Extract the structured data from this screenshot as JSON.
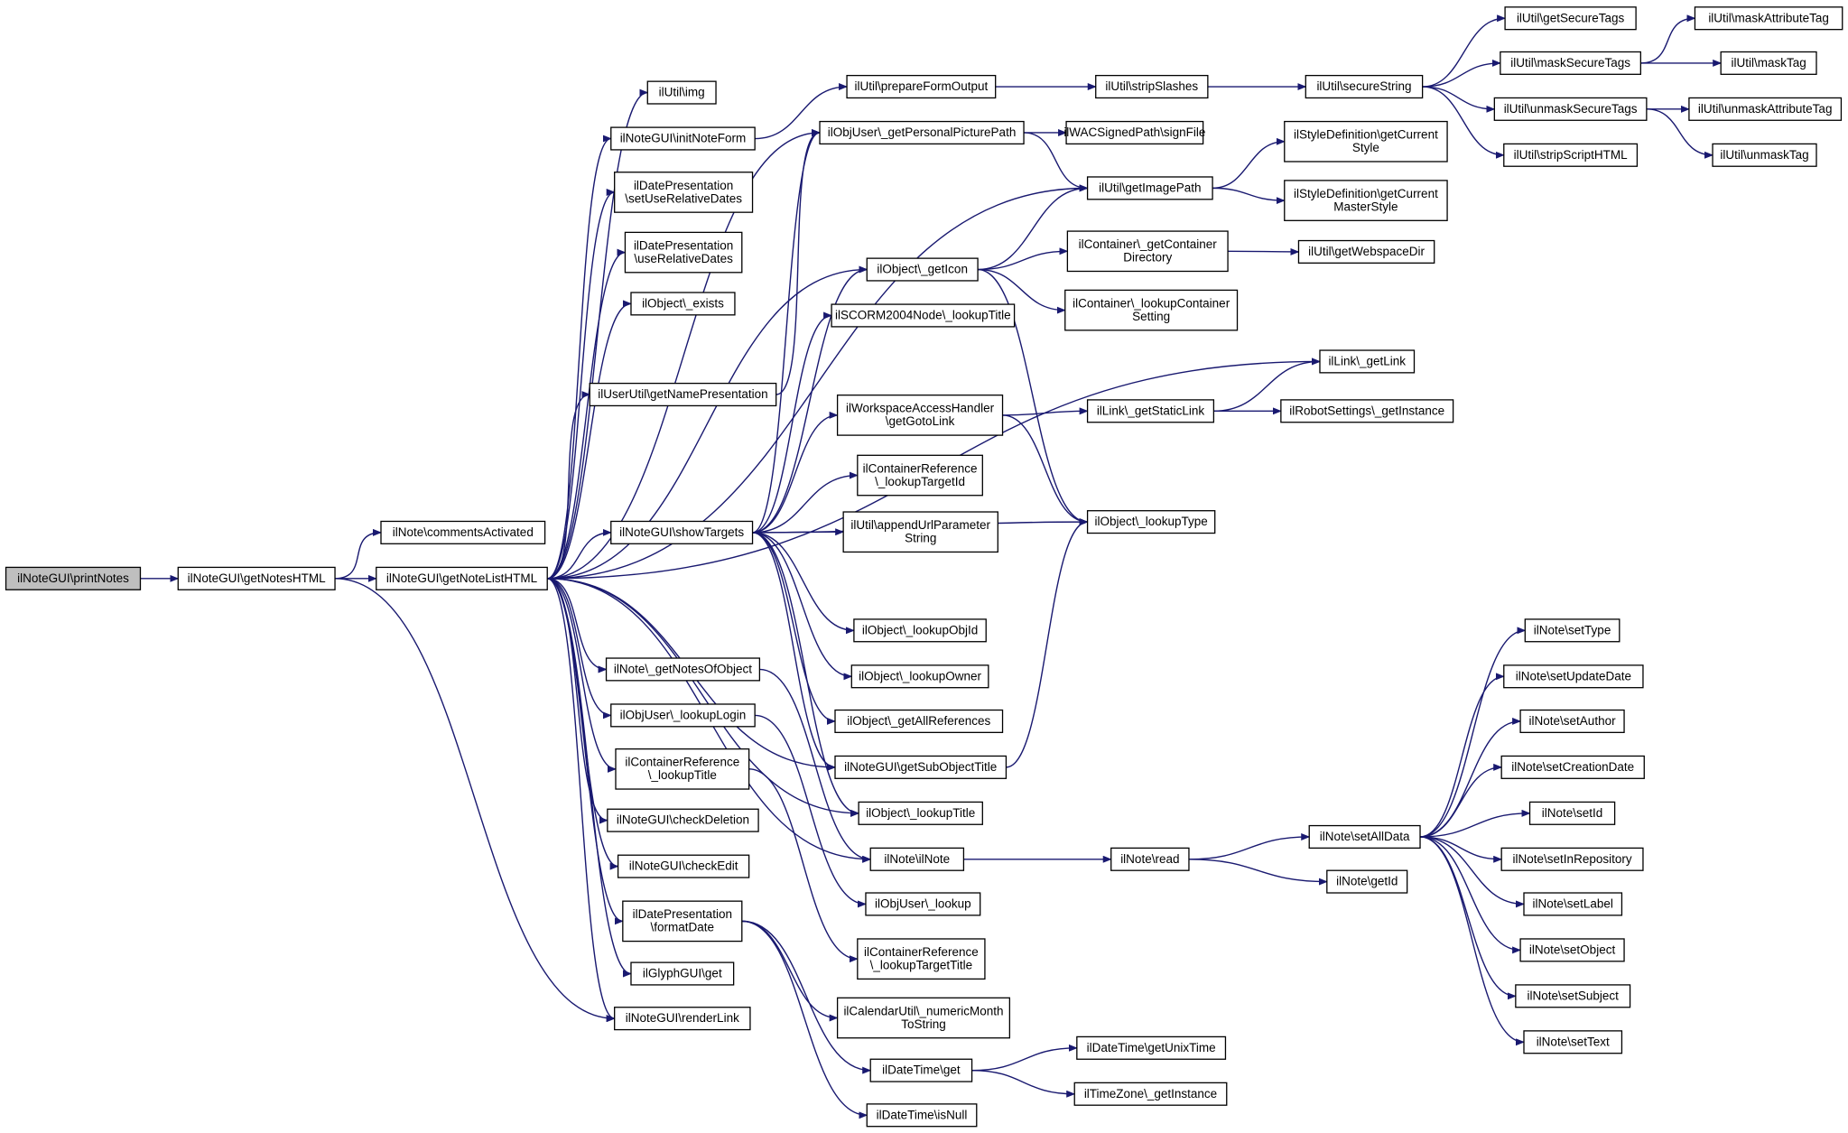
{
  "nodes": {
    "printNotes": [
      "ilNoteGUI\\printNotes"
    ],
    "getNotesHTML": [
      "ilNoteGUI\\getNotesHTML"
    ],
    "commentsActivated": [
      "ilNote\\commentsActivated"
    ],
    "getNoteListHTML": [
      "ilNoteGUI\\getNoteListHTML"
    ],
    "img": [
      "ilUtil\\img"
    ],
    "initNoteForm": [
      "ilNoteGUI\\initNoteForm"
    ],
    "setUseRelativeDates": [
      "ilDatePresentation",
      "\\setUseRelativeDates"
    ],
    "useRelativeDates": [
      "ilDatePresentation",
      "\\useRelativeDates"
    ],
    "exists": [
      "ilObject\\_exists"
    ],
    "getNamePresentation": [
      "ilUserUtil\\getNamePresentation"
    ],
    "showTargets": [
      "ilNoteGUI\\showTargets"
    ],
    "getNotesOfObject": [
      "ilNote\\_getNotesOfObject"
    ],
    "lookupLogin": [
      "ilObjUser\\_lookupLogin"
    ],
    "crLookupTitle": [
      "ilContainerReference",
      "\\_lookupTitle"
    ],
    "checkDeletion": [
      "ilNoteGUI\\checkDeletion"
    ],
    "checkEdit": [
      "ilNoteGUI\\checkEdit"
    ],
    "formatDate": [
      "ilDatePresentation",
      "\\formatDate"
    ],
    "glyphGet": [
      "ilGlyphGUI\\get"
    ],
    "renderLink": [
      "ilNoteGUI\\renderLink"
    ],
    "prepareFormOutput": [
      "ilUtil\\prepareFormOutput"
    ],
    "getPersonalPicturePath": [
      "ilObjUser\\_getPersonalPicturePath"
    ],
    "getIcon": [
      "ilObject\\_getIcon"
    ],
    "scormLookupTitle": [
      "ilSCORM2004Node\\_lookupTitle"
    ],
    "getGotoLink": [
      "ilWorkspaceAccessHandler",
      "\\getGotoLink"
    ],
    "crLookupTargetId": [
      "ilContainerReference",
      "\\_lookupTargetId"
    ],
    "appendUrlParameterString": [
      "ilUtil\\appendUrlParameter",
      "String"
    ],
    "lookupObjId": [
      "ilObject\\_lookupObjId"
    ],
    "lookupOwner": [
      "ilObject\\_lookupOwner"
    ],
    "getAllReferences": [
      "ilObject\\_getAllReferences"
    ],
    "getSubObjectTitle": [
      "ilNoteGUI\\getSubObjectTitle"
    ],
    "objLookupTitle": [
      "ilObject\\_lookupTitle"
    ],
    "ilNoteCtor": [
      "ilNote\\ilNote"
    ],
    "objUserLookup": [
      "ilObjUser\\_lookup"
    ],
    "crLookupTargetTitle": [
      "ilContainerReference",
      "\\_lookupTargetTitle"
    ],
    "numericMonthToString": [
      "ilCalendarUtil\\_numericMonth",
      "ToString"
    ],
    "dateTimeGet": [
      "ilDateTime\\get"
    ],
    "isNull": [
      "ilDateTime\\isNull"
    ],
    "stripSlashes": [
      "ilUtil\\stripSlashes"
    ],
    "signFile": [
      "ilWACSignedPath\\signFile"
    ],
    "getImagePath": [
      "ilUtil\\getImagePath"
    ],
    "getContainerDirectory": [
      "ilContainer\\_getContainer",
      "Directory"
    ],
    "lookupContainerSetting": [
      "ilContainer\\_lookupContainer",
      "Setting"
    ],
    "getStaticLink": [
      "ilLink\\_getStaticLink"
    ],
    "lookupType": [
      "ilObject\\_lookupType"
    ],
    "read": [
      "ilNote\\read"
    ],
    "getUnixTime": [
      "ilDateTime\\getUnixTime"
    ],
    "tzGetInstance": [
      "ilTimeZone\\_getInstance"
    ],
    "secureString": [
      "ilUtil\\secureString"
    ],
    "getCurrentStyle": [
      "ilStyleDefinition\\getCurrent",
      "Style"
    ],
    "getCurrentMasterStyle": [
      "ilStyleDefinition\\getCurrent",
      "MasterStyle"
    ],
    "getWebspaceDir": [
      "ilUtil\\getWebspaceDir"
    ],
    "getLink": [
      "ilLink\\_getLink"
    ],
    "robotGetInstance": [
      "ilRobotSettings\\_getInstance"
    ],
    "setAllData": [
      "ilNote\\setAllData"
    ],
    "getId": [
      "ilNote\\getId"
    ],
    "getSecureTags": [
      "ilUtil\\getSecureTags"
    ],
    "maskSecureTags": [
      "ilUtil\\maskSecureTags"
    ],
    "unmaskSecureTags": [
      "ilUtil\\unmaskSecureTags"
    ],
    "stripScriptHTML": [
      "ilUtil\\stripScriptHTML"
    ],
    "maskAttributeTag": [
      "ilUtil\\maskAttributeTag"
    ],
    "maskTag": [
      "ilUtil\\maskTag"
    ],
    "unmaskAttributeTag": [
      "ilUtil\\unmaskAttributeTag"
    ],
    "unmaskTag": [
      "ilUtil\\unmaskTag"
    ],
    "setType": [
      "ilNote\\setType"
    ],
    "setUpdateDate": [
      "ilNote\\setUpdateDate"
    ],
    "setAuthor": [
      "ilNote\\setAuthor"
    ],
    "setCreationDate": [
      "ilNote\\setCreationDate"
    ],
    "setId": [
      "ilNote\\setId"
    ],
    "setInRepository": [
      "ilNote\\setInRepository"
    ],
    "setLabel": [
      "ilNote\\setLabel"
    ],
    "setObject": [
      "ilNote\\setObject"
    ],
    "setSubject": [
      "ilNote\\setSubject"
    ],
    "setText": [
      "ilNote\\setText"
    ]
  },
  "edges": [
    [
      "printNotes",
      "getNotesHTML"
    ],
    [
      "getNotesHTML",
      "commentsActivated"
    ],
    [
      "getNotesHTML",
      "getNoteListHTML"
    ],
    [
      "getNotesHTML",
      "renderLink"
    ],
    [
      "getNoteListHTML",
      "img"
    ],
    [
      "getNoteListHTML",
      "initNoteForm"
    ],
    [
      "getNoteListHTML",
      "setUseRelativeDates"
    ],
    [
      "getNoteListHTML",
      "useRelativeDates"
    ],
    [
      "getNoteListHTML",
      "exists"
    ],
    [
      "getNoteListHTML",
      "getNamePresentation"
    ],
    [
      "getNoteListHTML",
      "showTargets"
    ],
    [
      "getNoteListHTML",
      "getNotesOfObject"
    ],
    [
      "getNoteListHTML",
      "lookupLogin"
    ],
    [
      "getNoteListHTML",
      "crLookupTitle"
    ],
    [
      "getNoteListHTML",
      "checkDeletion"
    ],
    [
      "getNoteListHTML",
      "checkEdit"
    ],
    [
      "getNoteListHTML",
      "formatDate"
    ],
    [
      "getNoteListHTML",
      "glyphGet"
    ],
    [
      "getNoteListHTML",
      "renderLink"
    ],
    [
      "getNoteListHTML",
      "getPersonalPicturePath"
    ],
    [
      "getNoteListHTML",
      "getImagePath"
    ],
    [
      "getNoteListHTML",
      "getIcon"
    ],
    [
      "getNoteListHTML",
      "getLink"
    ],
    [
      "getNoteListHTML",
      "getSubObjectTitle"
    ],
    [
      "getNoteListHTML",
      "objLookupTitle"
    ],
    [
      "getNoteListHTML",
      "ilNoteCtor"
    ],
    [
      "initNoteForm",
      "prepareFormOutput"
    ],
    [
      "getNamePresentation",
      "getPersonalPicturePath"
    ],
    [
      "showTargets",
      "getPersonalPicturePath"
    ],
    [
      "showTargets",
      "getIcon"
    ],
    [
      "showTargets",
      "scormLookupTitle"
    ],
    [
      "showTargets",
      "getGotoLink"
    ],
    [
      "showTargets",
      "crLookupTargetId"
    ],
    [
      "showTargets",
      "appendUrlParameterString"
    ],
    [
      "showTargets",
      "lookupType"
    ],
    [
      "showTargets",
      "lookupObjId"
    ],
    [
      "showTargets",
      "lookupOwner"
    ],
    [
      "showTargets",
      "getAllReferences"
    ],
    [
      "showTargets",
      "getSubObjectTitle"
    ],
    [
      "showTargets",
      "objLookupTitle"
    ],
    [
      "getNotesOfObject",
      "ilNoteCtor"
    ],
    [
      "lookupLogin",
      "objUserLookup"
    ],
    [
      "crLookupTitle",
      "crLookupTargetTitle"
    ],
    [
      "formatDate",
      "numericMonthToString"
    ],
    [
      "formatDate",
      "dateTimeGet"
    ],
    [
      "formatDate",
      "isNull"
    ],
    [
      "prepareFormOutput",
      "stripSlashes"
    ],
    [
      "getPersonalPicturePath",
      "signFile"
    ],
    [
      "getPersonalPicturePath",
      "getImagePath"
    ],
    [
      "getIcon",
      "getImagePath"
    ],
    [
      "getIcon",
      "getContainerDirectory"
    ],
    [
      "getIcon",
      "lookupContainerSetting"
    ],
    [
      "getIcon",
      "lookupType"
    ],
    [
      "getGotoLink",
      "getStaticLink"
    ],
    [
      "getGotoLink",
      "lookupType"
    ],
    [
      "getSubObjectTitle",
      "lookupType"
    ],
    [
      "ilNoteCtor",
      "read"
    ],
    [
      "dateTimeGet",
      "getUnixTime"
    ],
    [
      "dateTimeGet",
      "tzGetInstance"
    ],
    [
      "stripSlashes",
      "secureString"
    ],
    [
      "getImagePath",
      "getCurrentStyle"
    ],
    [
      "getImagePath",
      "getCurrentMasterStyle"
    ],
    [
      "getContainerDirectory",
      "getWebspaceDir"
    ],
    [
      "getStaticLink",
      "getLink"
    ],
    [
      "getStaticLink",
      "robotGetInstance"
    ],
    [
      "read",
      "setAllData"
    ],
    [
      "read",
      "getId"
    ],
    [
      "secureString",
      "getSecureTags"
    ],
    [
      "secureString",
      "maskSecureTags"
    ],
    [
      "secureString",
      "unmaskSecureTags"
    ],
    [
      "secureString",
      "stripScriptHTML"
    ],
    [
      "maskSecureTags",
      "maskAttributeTag"
    ],
    [
      "maskSecureTags",
      "maskTag"
    ],
    [
      "unmaskSecureTags",
      "unmaskAttributeTag"
    ],
    [
      "unmaskSecureTags",
      "unmaskTag"
    ],
    [
      "setAllData",
      "setType"
    ],
    [
      "setAllData",
      "setUpdateDate"
    ],
    [
      "setAllData",
      "setAuthor"
    ],
    [
      "setAllData",
      "setCreationDate"
    ],
    [
      "setAllData",
      "setId"
    ],
    [
      "setAllData",
      "setInRepository"
    ],
    [
      "setAllData",
      "setLabel"
    ],
    [
      "setAllData",
      "setObject"
    ],
    [
      "setAllData",
      "setSubject"
    ],
    [
      "setAllData",
      "setText"
    ]
  ],
  "colors": {
    "edge": "#191970",
    "node_border": "#000000",
    "root_fill": "#bfbfbf",
    "node_fill": "#ffffff"
  }
}
